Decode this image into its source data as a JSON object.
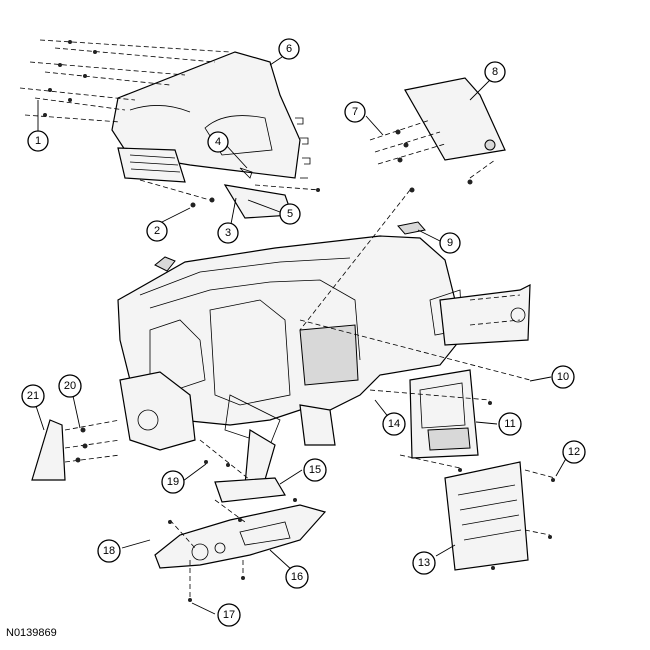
{
  "figure_id": "N0139869",
  "callouts": [
    {
      "id": "callout-1",
      "label": "1"
    },
    {
      "id": "callout-2",
      "label": "2"
    },
    {
      "id": "callout-3",
      "label": "3"
    },
    {
      "id": "callout-4",
      "label": "4"
    },
    {
      "id": "callout-5",
      "label": "5"
    },
    {
      "id": "callout-6",
      "label": "6"
    },
    {
      "id": "callout-7",
      "label": "7"
    },
    {
      "id": "callout-8",
      "label": "8"
    },
    {
      "id": "callout-9",
      "label": "9"
    },
    {
      "id": "callout-10",
      "label": "10"
    },
    {
      "id": "callout-11",
      "label": "11"
    },
    {
      "id": "callout-12",
      "label": "12"
    },
    {
      "id": "callout-13",
      "label": "13"
    },
    {
      "id": "callout-14",
      "label": "14"
    },
    {
      "id": "callout-15",
      "label": "15"
    },
    {
      "id": "callout-16",
      "label": "16"
    },
    {
      "id": "callout-17",
      "label": "17"
    },
    {
      "id": "callout-18",
      "label": "18"
    },
    {
      "id": "callout-19",
      "label": "19"
    },
    {
      "id": "callout-20",
      "label": "20"
    },
    {
      "id": "callout-21",
      "label": "21"
    }
  ]
}
